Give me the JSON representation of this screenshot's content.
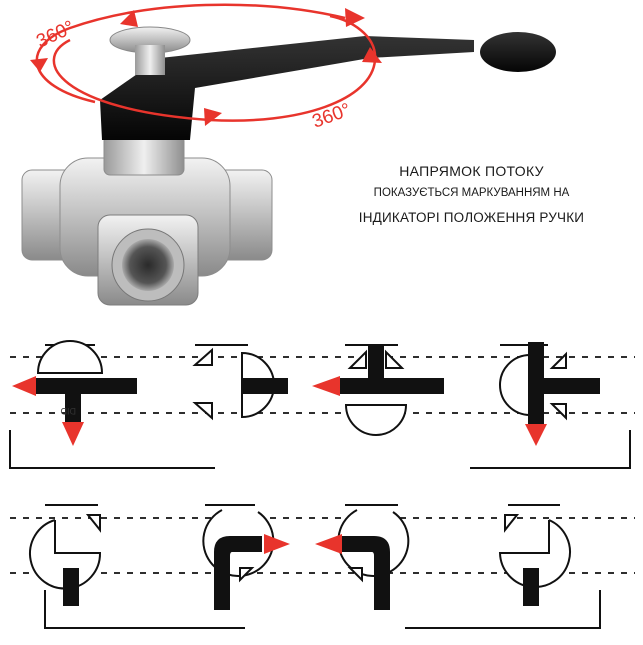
{
  "rotation": {
    "label_top": "360°",
    "label_bottom": "360°"
  },
  "caption": {
    "line1": "НАПРЯМОК ПОТОКУ",
    "line2": "ПОКАЗУЄТЬСЯ МАРКУВАННЯМ НА",
    "line3": "ІНДИКАТОРІ ПОЛОЖЕННЯ РУЧКИ"
  },
  "port_marking": "DID",
  "colors": {
    "arrow": "#e8342c",
    "channel": "#111111",
    "valve_body": "#c9c9c9"
  }
}
